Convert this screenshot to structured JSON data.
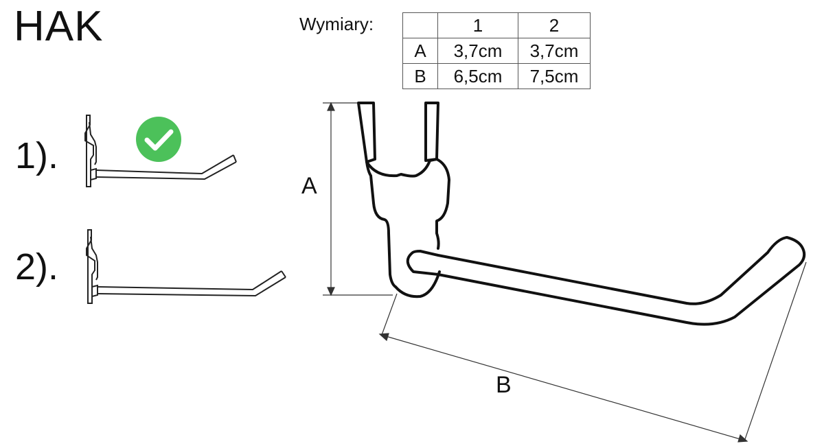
{
  "title": "HAK",
  "dimensions": {
    "label": "Wymiary:",
    "columns": [
      "",
      "1",
      "2"
    ],
    "rows": [
      {
        "name": "A",
        "values": [
          "3,7cm",
          "3,7cm"
        ]
      },
      {
        "name": "B",
        "values": [
          "6,5cm",
          "7,5cm"
        ]
      }
    ]
  },
  "options": [
    {
      "label": "1).",
      "selected": true,
      "badge_icon": "check-icon",
      "badge_color": "#4cc15a"
    },
    {
      "label": "2).",
      "selected": false
    }
  ],
  "dimension_labels": {
    "a": "A",
    "b": "B"
  }
}
